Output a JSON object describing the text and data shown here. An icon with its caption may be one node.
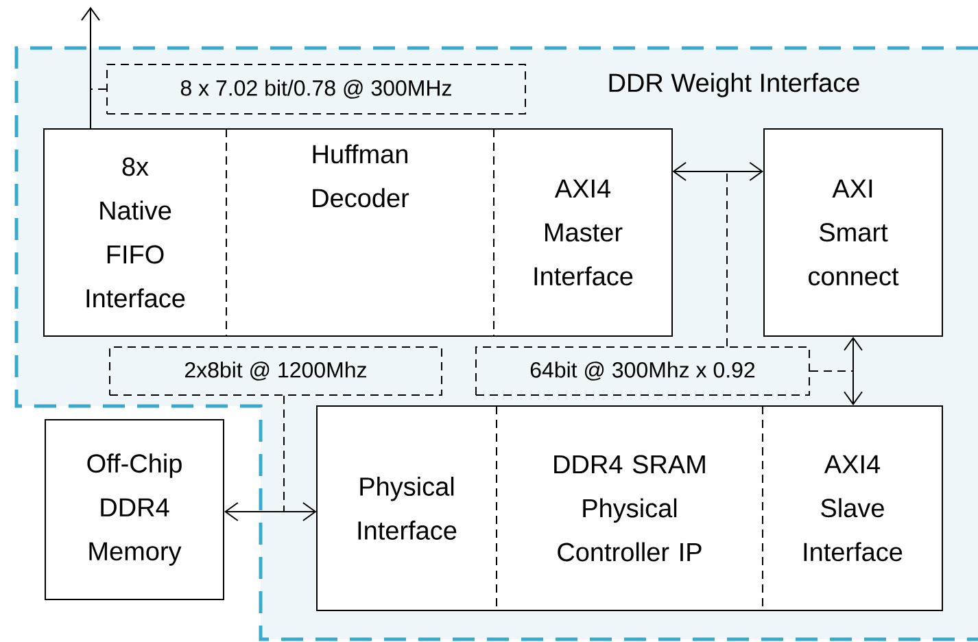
{
  "diagram": {
    "nodes": [
      {
        "text": [
          "DDR Weight Interface"
        ]
      },
      {
        "text": [],
        "shape": "box",
        "in": 0
      },
      {
        "text": [
          "8x Native FIFO Interface"
        ],
        "in": 1
      },
      {
        "text": [
          "Huffman Decoder"
        ],
        "in": 1
      },
      {
        "text": [
          "AXI4 Master Interface"
        ],
        "in": 1
      },
      {
        "text": [
          "AXI Smart connect"
        ],
        "in": 0
      },
      {
        "text": [],
        "shape": "box",
        "in": 0
      },
      {
        "text": [
          "Physical Interface"
        ],
        "in": 6
      },
      {
        "text": [
          "DDR4 SRAM Physical Controller IP"
        ],
        "in": 6
      },
      {
        "text": [
          "AXI4 Slave Interface"
        ],
        "in": 6
      },
      {
        "text": [
          "Off-Chip DDR4 Memory"
        ]
      },
      {
        "text": [
          "8 x 7.02 bit/0.78  @ 300MHz"
        ],
        "in": 0
      },
      {
        "text": [
          "2x8bit @ 1200Mhz"
        ],
        "in": 0
      },
      {
        "text": [
          "64bit @ 300Mhz x 0.92"
        ],
        "in": 0
      }
    ],
    "edges": [
      {
        "from": 1,
        "to": null,
        "arrow": "to"
      },
      {
        "from": 4,
        "to": 5,
        "arrow": "both"
      },
      {
        "from": 5,
        "to": 6,
        "arrow": "both"
      },
      {
        "from": 10,
        "to": 7,
        "arrow": "both"
      },
      {
        "from": 11,
        "to": null,
        "arrow": "none",
        "style": "dashed"
      },
      {
        "from": 12,
        "to": null,
        "arrow": "none",
        "style": "dashed"
      },
      {
        "from": 13,
        "to": null,
        "arrow": "none",
        "style": "dashed"
      },
      {
        "from": 13,
        "to": null,
        "arrow": "none",
        "style": "dashed"
      }
    ]
  }
}
